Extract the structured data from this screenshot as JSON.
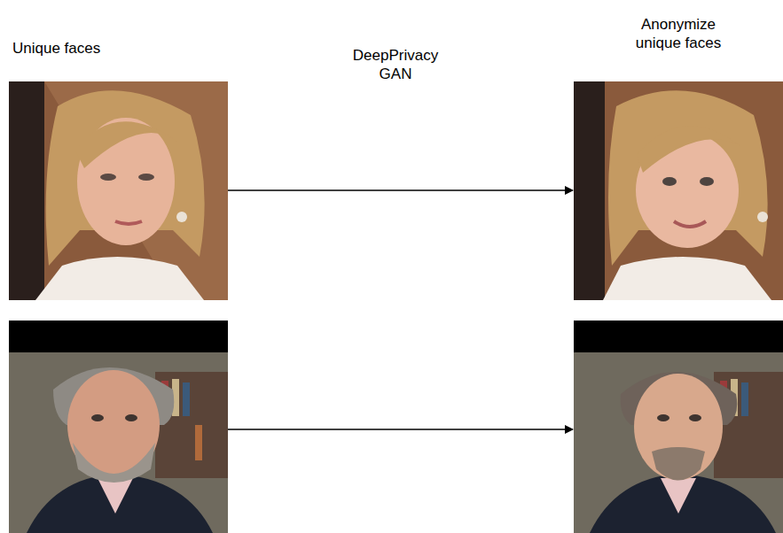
{
  "diagram": {
    "labels": [
      "Unique faces",
      "DeepPrivacy GAN",
      "Anonymize unique faces"
    ]
  }
}
